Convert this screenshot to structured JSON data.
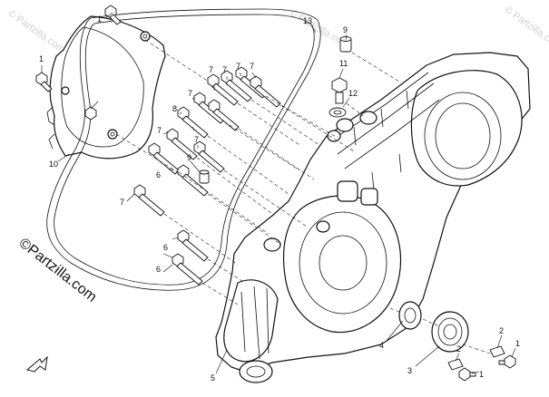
{
  "watermark": {
    "main": "©Partzilla.com",
    "corner": "© Partzilla.com"
  },
  "callouts": [
    {
      "id": "c1a",
      "text": "1"
    },
    {
      "id": "c1b",
      "text": "1"
    },
    {
      "id": "c1c",
      "text": "1"
    },
    {
      "id": "c1d",
      "text": "1"
    },
    {
      "id": "c2a",
      "text": "2"
    },
    {
      "id": "c2b",
      "text": "2"
    },
    {
      "id": "c3",
      "text": "3"
    },
    {
      "id": "c4",
      "text": "4"
    },
    {
      "id": "c5",
      "text": "5"
    },
    {
      "id": "c6a",
      "text": "6"
    },
    {
      "id": "c6b",
      "text": "6"
    },
    {
      "id": "c6c",
      "text": "6"
    },
    {
      "id": "c7a",
      "text": "7"
    },
    {
      "id": "c7b",
      "text": "7"
    },
    {
      "id": "c7c",
      "text": "7"
    },
    {
      "id": "c7d",
      "text": "7"
    },
    {
      "id": "c7e",
      "text": "7"
    },
    {
      "id": "c7f",
      "text": "7"
    },
    {
      "id": "c7g",
      "text": "7"
    },
    {
      "id": "c7h",
      "text": "7"
    },
    {
      "id": "c8",
      "text": "8"
    },
    {
      "id": "c9a",
      "text": "9"
    },
    {
      "id": "c9b",
      "text": "9"
    },
    {
      "id": "c10",
      "text": "10"
    },
    {
      "id": "c11",
      "text": "11"
    },
    {
      "id": "c12",
      "text": "12"
    },
    {
      "id": "c13",
      "text": "13"
    }
  ]
}
